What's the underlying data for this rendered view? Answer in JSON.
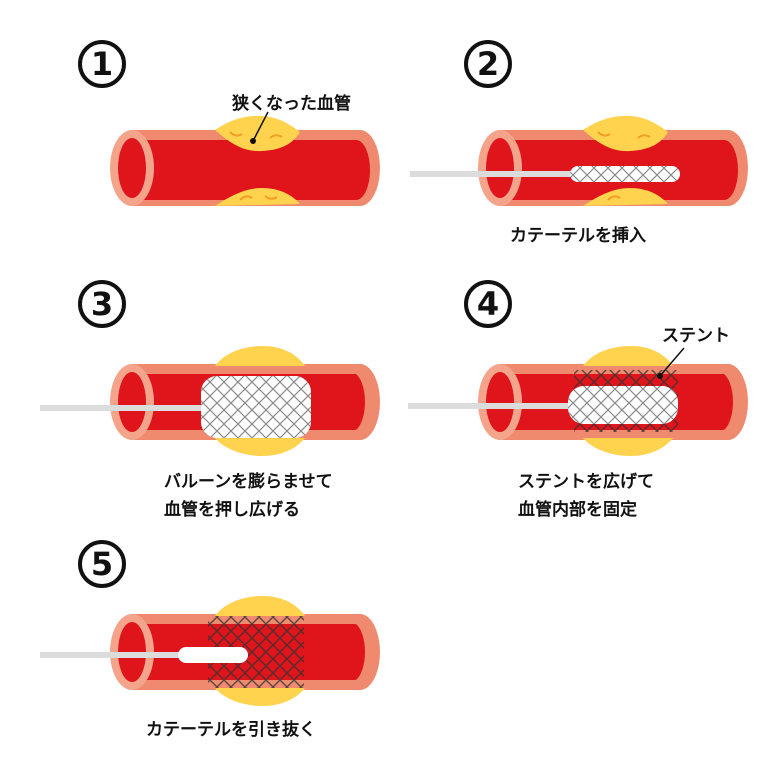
{
  "steps": [
    {
      "number": "1",
      "label": "狭くなった血管"
    },
    {
      "number": "2",
      "caption": "カテーテルを挿入"
    },
    {
      "number": "3",
      "caption_lines": [
        "バルーンを膨らませて",
        "血管を押し広げる"
      ]
    },
    {
      "number": "4",
      "label": "ステント",
      "caption_lines": [
        "ステントを広げて",
        "血管内部を固定"
      ]
    },
    {
      "number": "5",
      "caption": "カテーテルを引き抜く"
    }
  ],
  "colors": {
    "vessel_wall": "#f08a6e",
    "blood": "#e0141b",
    "lumen_edge": "#f3a48a",
    "plaque": "#ffd34d",
    "plaque_vein": "#f0a020",
    "catheter": "#dcdcdc",
    "stent": "#888888"
  }
}
